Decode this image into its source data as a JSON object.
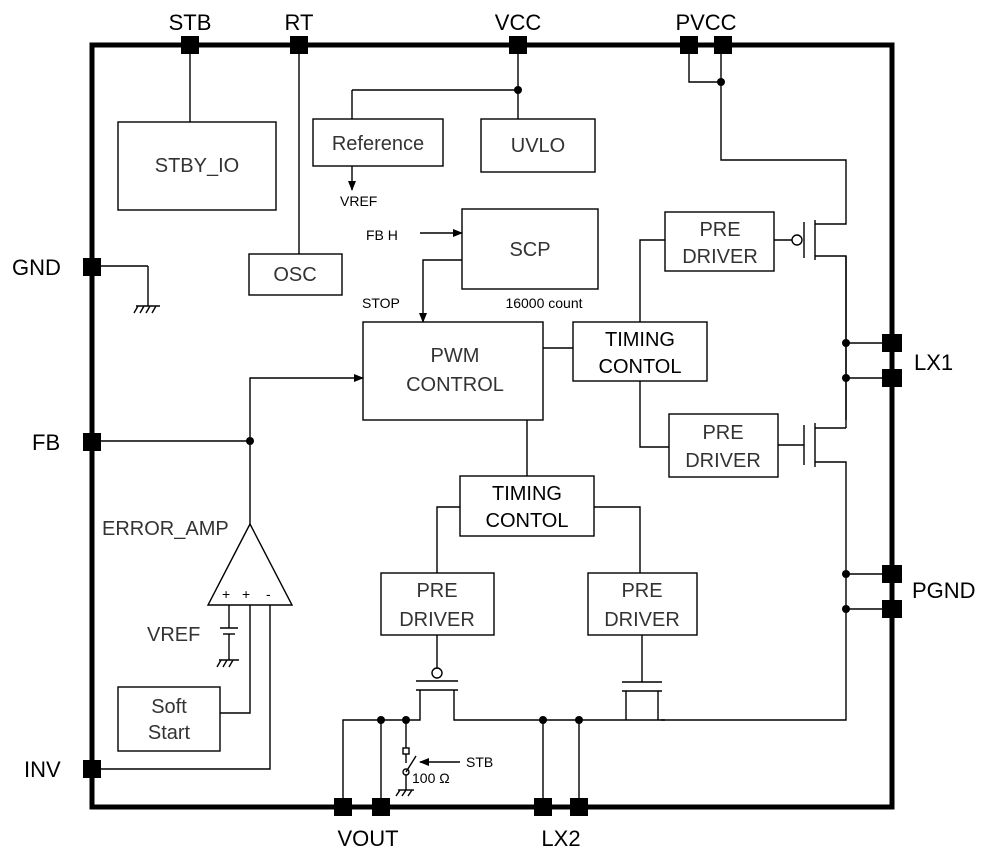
{
  "pins": {
    "stb": "STB",
    "rt": "RT",
    "vcc": "VCC",
    "pvcc": "PVCC",
    "gnd": "GND",
    "fb": "FB",
    "inv": "INV",
    "lx1": "LX1",
    "pgnd": "PGND",
    "vout": "VOUT",
    "lx2": "LX2"
  },
  "blocks": {
    "stby_io": "STBY_IO",
    "reference": "Reference",
    "uvlo": "UVLO",
    "osc": "OSC",
    "scp": "SCP",
    "pwm_line1": "PWM",
    "pwm_line2": "CONTROL",
    "timing_line1": "TIMING",
    "timing_line2": "CONTOL",
    "pre_line1": "PRE",
    "pre_line2": "DRIVER",
    "soft_line1": "Soft",
    "soft_line2": "Start",
    "error_amp": "ERROR_AMP"
  },
  "labels": {
    "vref_small": "VREF",
    "fbh": "FB H",
    "stop": "STOP",
    "scp_count": "16000 count",
    "vref": "VREF",
    "stb_small": "STB",
    "resistor": "100 Ω",
    "amp_plus": "+",
    "amp_minus": "-"
  }
}
